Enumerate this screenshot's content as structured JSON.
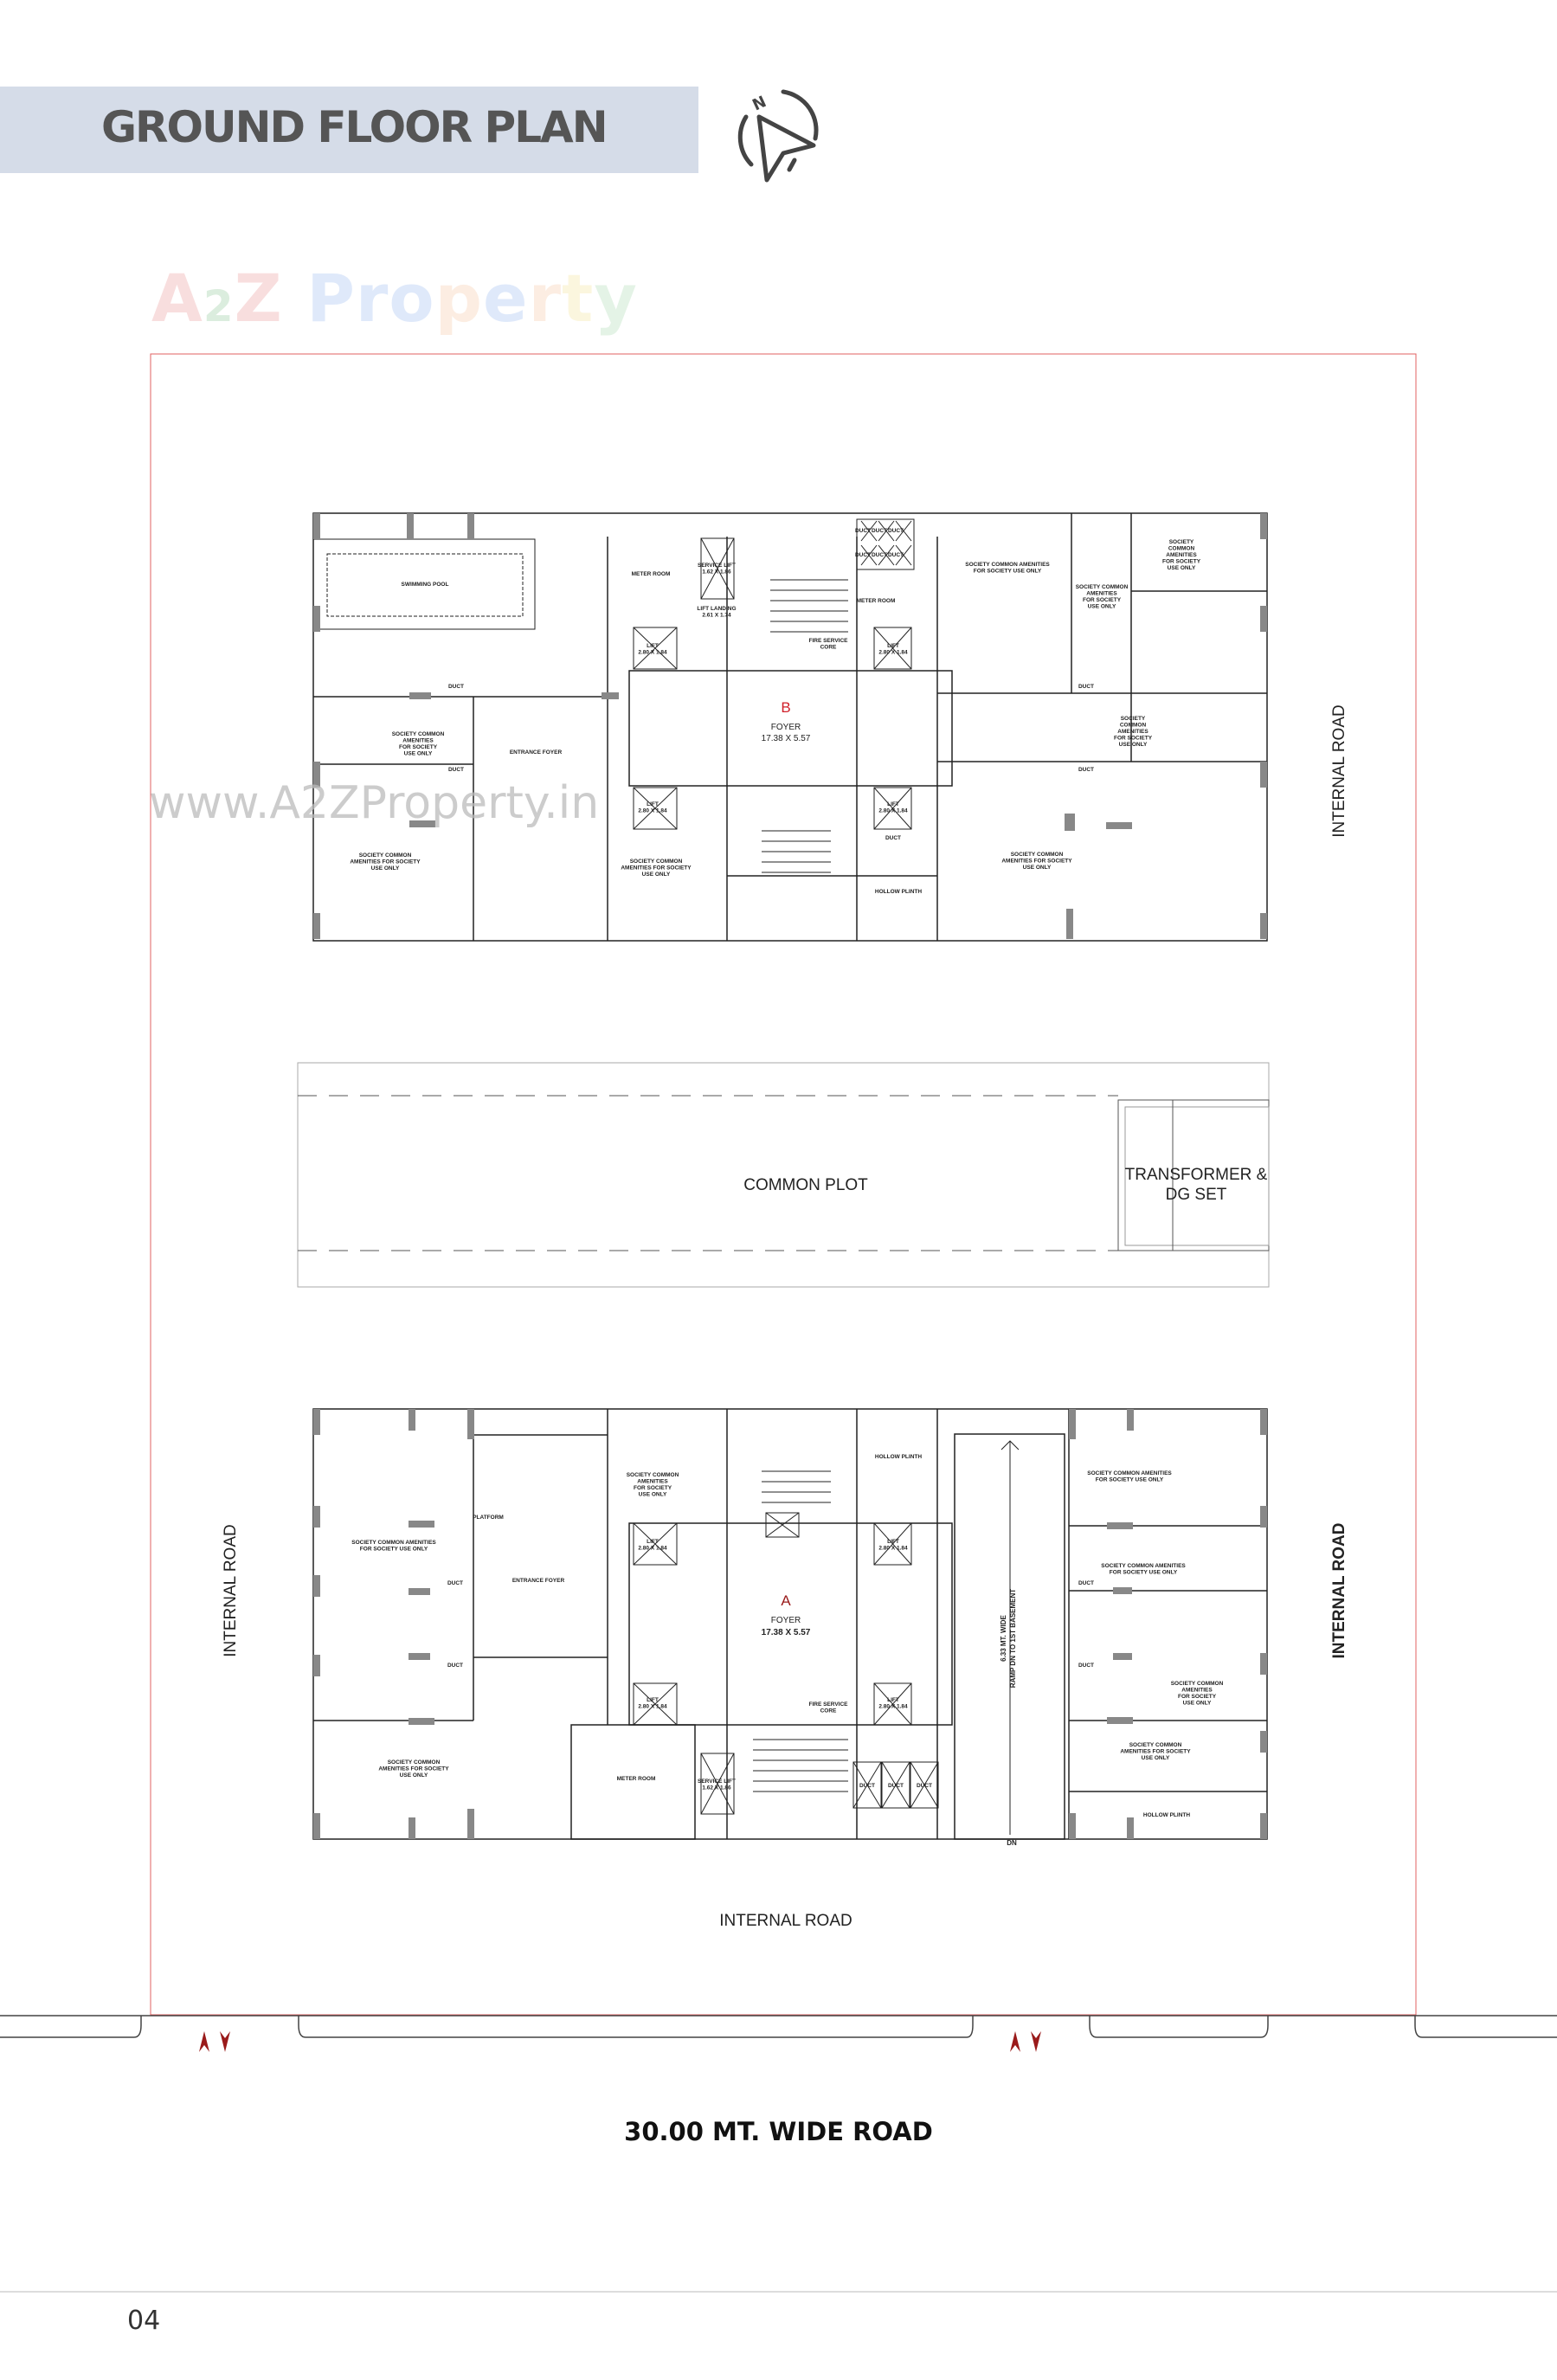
{
  "header": {
    "title": "GROUND FLOOR PLAN",
    "compass_icon": "north-compass-icon",
    "compass_letter": "N"
  },
  "watermark": {
    "logo": "A2Z Property",
    "site": "www.A2ZProperty.in",
    "colors": [
      "#e88a8a",
      "#7fc08a",
      "#8fb3ef",
      "#f5c29a",
      "#f3df8a",
      "#9fd6a8"
    ]
  },
  "site_labels": {
    "internal_road_top_right": "INTERNAL ROAD",
    "internal_road_left": "INTERNAL ROAD",
    "internal_road_bottom_right": "INTERNAL ROAD",
    "internal_road_bottom": "INTERNAL ROAD",
    "main_road": "30.00 MT. WIDE ROAD",
    "common_plot": "COMMON PLOT",
    "transformer": [
      "TRANSFORMER &",
      "DG SET"
    ]
  },
  "tower_b": {
    "label": "B",
    "foyer": "FOYER",
    "foyer_size": "17.38 X 5.57",
    "rooms": [
      {
        "lines": [
          "SWIMMING POOL"
        ]
      },
      {
        "lines": [
          "METER ROOM"
        ]
      },
      {
        "lines": [
          "SERVICE LIFT",
          "1.62 X 1.86"
        ]
      },
      {
        "lines": [
          "LIFT LANDING",
          "2.61 X 1.74"
        ]
      },
      {
        "lines": [
          "LIFT",
          "2.80 X 1.84"
        ]
      },
      {
        "lines": [
          "LIFT",
          "2.80 X 1.84"
        ]
      },
      {
        "lines": [
          "SOCIETY COMMON",
          "AMENITIES",
          "FOR SOCIETY",
          "USE ONLY"
        ]
      },
      {
        "lines": [
          "DUCT"
        ]
      },
      {
        "lines": [
          "DUCT"
        ]
      },
      {
        "lines": [
          "ENTRANCE FOYER"
        ]
      },
      {
        "lines": [
          "SOCIETY COMMON",
          "AMENITIES FOR SOCIETY",
          "USE ONLY"
        ]
      },
      {
        "lines": [
          "SOCIETY COMMON",
          "AMENITIES FOR SOCIETY",
          "USE ONLY"
        ]
      },
      {
        "lines": [
          "DUCT"
        ]
      },
      {
        "lines": [
          "DUCT"
        ]
      },
      {
        "lines": [
          "DUCT"
        ]
      },
      {
        "lines": [
          "DUCT"
        ]
      },
      {
        "lines": [
          "DUCT"
        ]
      },
      {
        "lines": [
          "DUCT"
        ]
      },
      {
        "lines": [
          "METER ROOM"
        ]
      },
      {
        "lines": [
          "FIRE SERVICE",
          "CORE"
        ]
      },
      {
        "lines": [
          "LIFT",
          "2.80 X 1.84"
        ]
      },
      {
        "lines": [
          "LIFT",
          "2.80 X 1.84"
        ]
      },
      {
        "lines": [
          "SOCIETY COMMON AMENITIES",
          "FOR SOCIETY USE ONLY"
        ]
      },
      {
        "lines": [
          "SOCIETY COMMON",
          "AMENITIES",
          "FOR SOCIETY",
          "USE ONLY"
        ]
      },
      {
        "lines": [
          "SOCIETY",
          "COMMON",
          "AMENITIES",
          "FOR SOCIETY",
          "USE ONLY"
        ]
      },
      {
        "lines": [
          "DUCT"
        ]
      },
      {
        "lines": [
          "DUCT"
        ]
      },
      {
        "lines": [
          "SOCIETY",
          "COMMON",
          "AMENITIES",
          "FOR SOCIETY",
          "USE ONLY"
        ]
      },
      {
        "lines": [
          "DUCT"
        ]
      },
      {
        "lines": [
          "SOCIETY COMMON",
          "AMENITIES FOR SOCIETY",
          "USE ONLY"
        ]
      },
      {
        "lines": [
          "HOLLOW PLINTH"
        ]
      }
    ]
  },
  "tower_a": {
    "label": "A",
    "foyer": "FOYER",
    "foyer_size": "17.38 X 5.57",
    "rooms": [
      {
        "lines": [
          "SOCIETY COMMON AMENITIES",
          "FOR SOCIETY USE ONLY"
        ]
      },
      {
        "lines": [
          "PLATFORM"
        ]
      },
      {
        "lines": [
          "ENTRANCE FOYER"
        ]
      },
      {
        "lines": [
          "SOCIETY COMMON",
          "AMENITIES",
          "FOR SOCIETY",
          "USE ONLY"
        ]
      },
      {
        "lines": [
          "DUCT"
        ]
      },
      {
        "lines": [
          "DUCT"
        ]
      },
      {
        "lines": [
          "LIFT",
          "2.80 X 1.84"
        ]
      },
      {
        "lines": [
          "LIFT",
          "2.80 X 1.84"
        ]
      },
      {
        "lines": [
          "SOCIETY COMMON",
          "AMENITIES FOR SOCIETY",
          "USE ONLY"
        ]
      },
      {
        "lines": [
          "METER ROOM"
        ]
      },
      {
        "lines": [
          "SERVICE LIFT",
          "1.62 X 1.86"
        ]
      },
      {
        "lines": [
          "HOLLOW PLINTH"
        ]
      },
      {
        "lines": [
          "LIFT",
          "2.80 X 1.84"
        ]
      },
      {
        "lines": [
          "LIFT",
          "2.80 X 1.84"
        ]
      },
      {
        "lines": [
          "FIRE SERVICE",
          "CORE"
        ]
      },
      {
        "lines": [
          "SOCIETY COMMON AMENITIES",
          "FOR SOCIETY USE ONLY"
        ]
      },
      {
        "lines": [
          "SOCIETY COMMON AMENITIES",
          "FOR SOCIETY USE ONLY"
        ]
      },
      {
        "lines": [
          "SOCIETY COMMON",
          "AMENITIES",
          "FOR SOCIETY",
          "USE ONLY"
        ]
      },
      {
        "lines": [
          "SOCIETY COMMON",
          "AMENITIES FOR SOCIETY",
          "USE ONLY"
        ]
      },
      {
        "lines": [
          "HOLLOW PLINTH"
        ]
      },
      {
        "lines": [
          "DUCT"
        ]
      },
      {
        "lines": [
          "DUCT"
        ]
      },
      {
        "lines": [
          "DUCT"
        ]
      },
      {
        "lines": [
          "DUCT"
        ]
      },
      {
        "lines": [
          "DUCT"
        ]
      }
    ],
    "ramp": [
      "6.33 MT. WIDE",
      "RAMP DN TO 1ST BASEMENT"
    ],
    "ramp_dn": "DN"
  },
  "page_number": "04"
}
